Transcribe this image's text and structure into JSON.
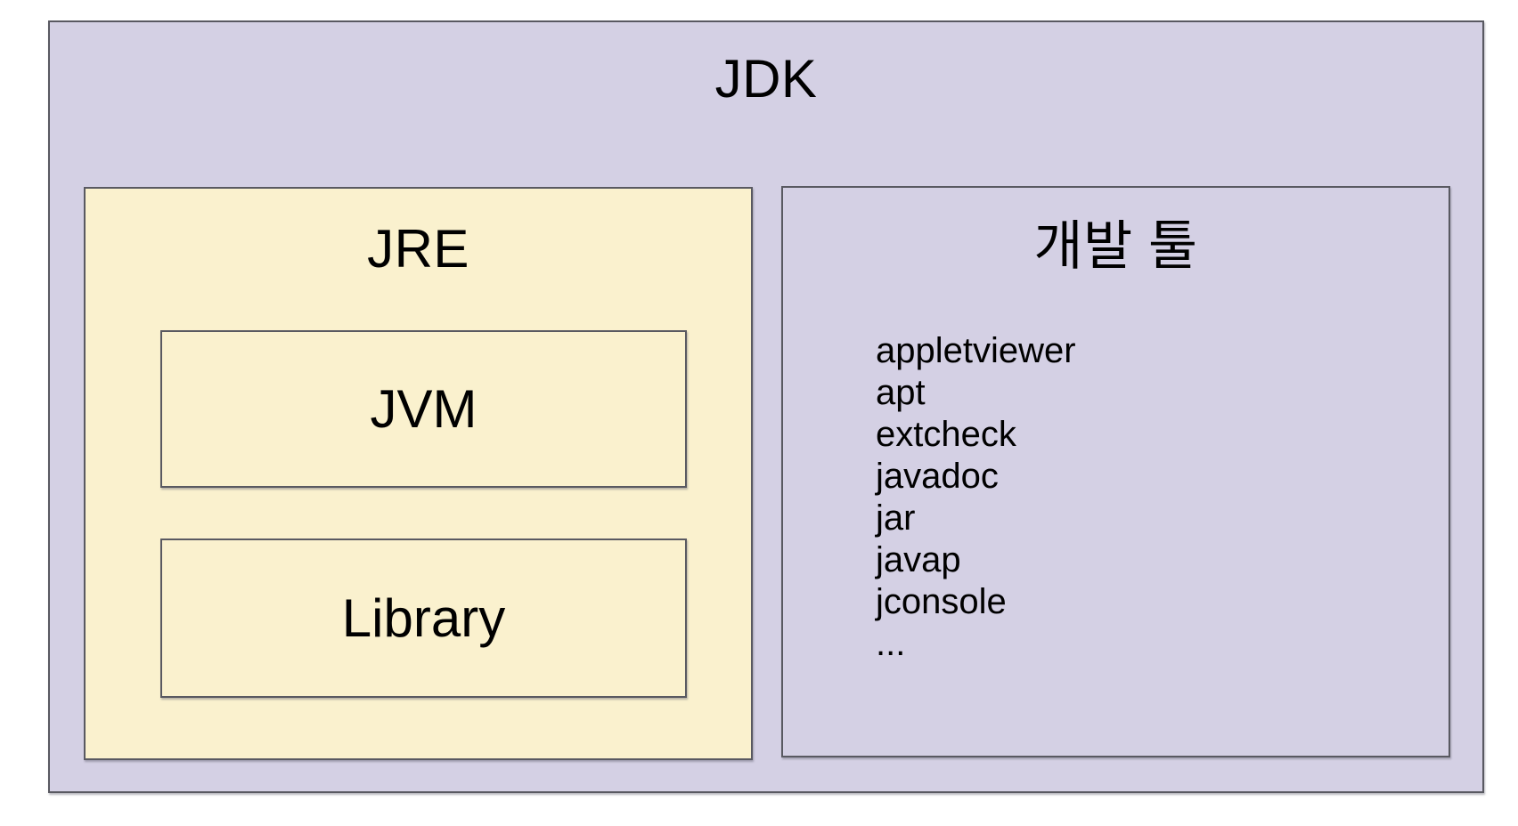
{
  "diagram": {
    "outer": {
      "label": "JDK"
    },
    "jre": {
      "label": "JRE",
      "children": {
        "jvm": {
          "label": "JVM"
        },
        "library": {
          "label": "Library"
        }
      }
    },
    "devtools": {
      "label": "개발 툴",
      "items": [
        "appletviewer",
        "apt",
        "extcheck",
        "javadoc",
        "jar",
        "javap",
        "jconsole",
        "..."
      ]
    },
    "colors": {
      "outer_background": "#d4d0e4",
      "jre_background": "#faf1ce",
      "border": "#595961",
      "text": "#000000",
      "page_background": "#ffffff"
    }
  }
}
